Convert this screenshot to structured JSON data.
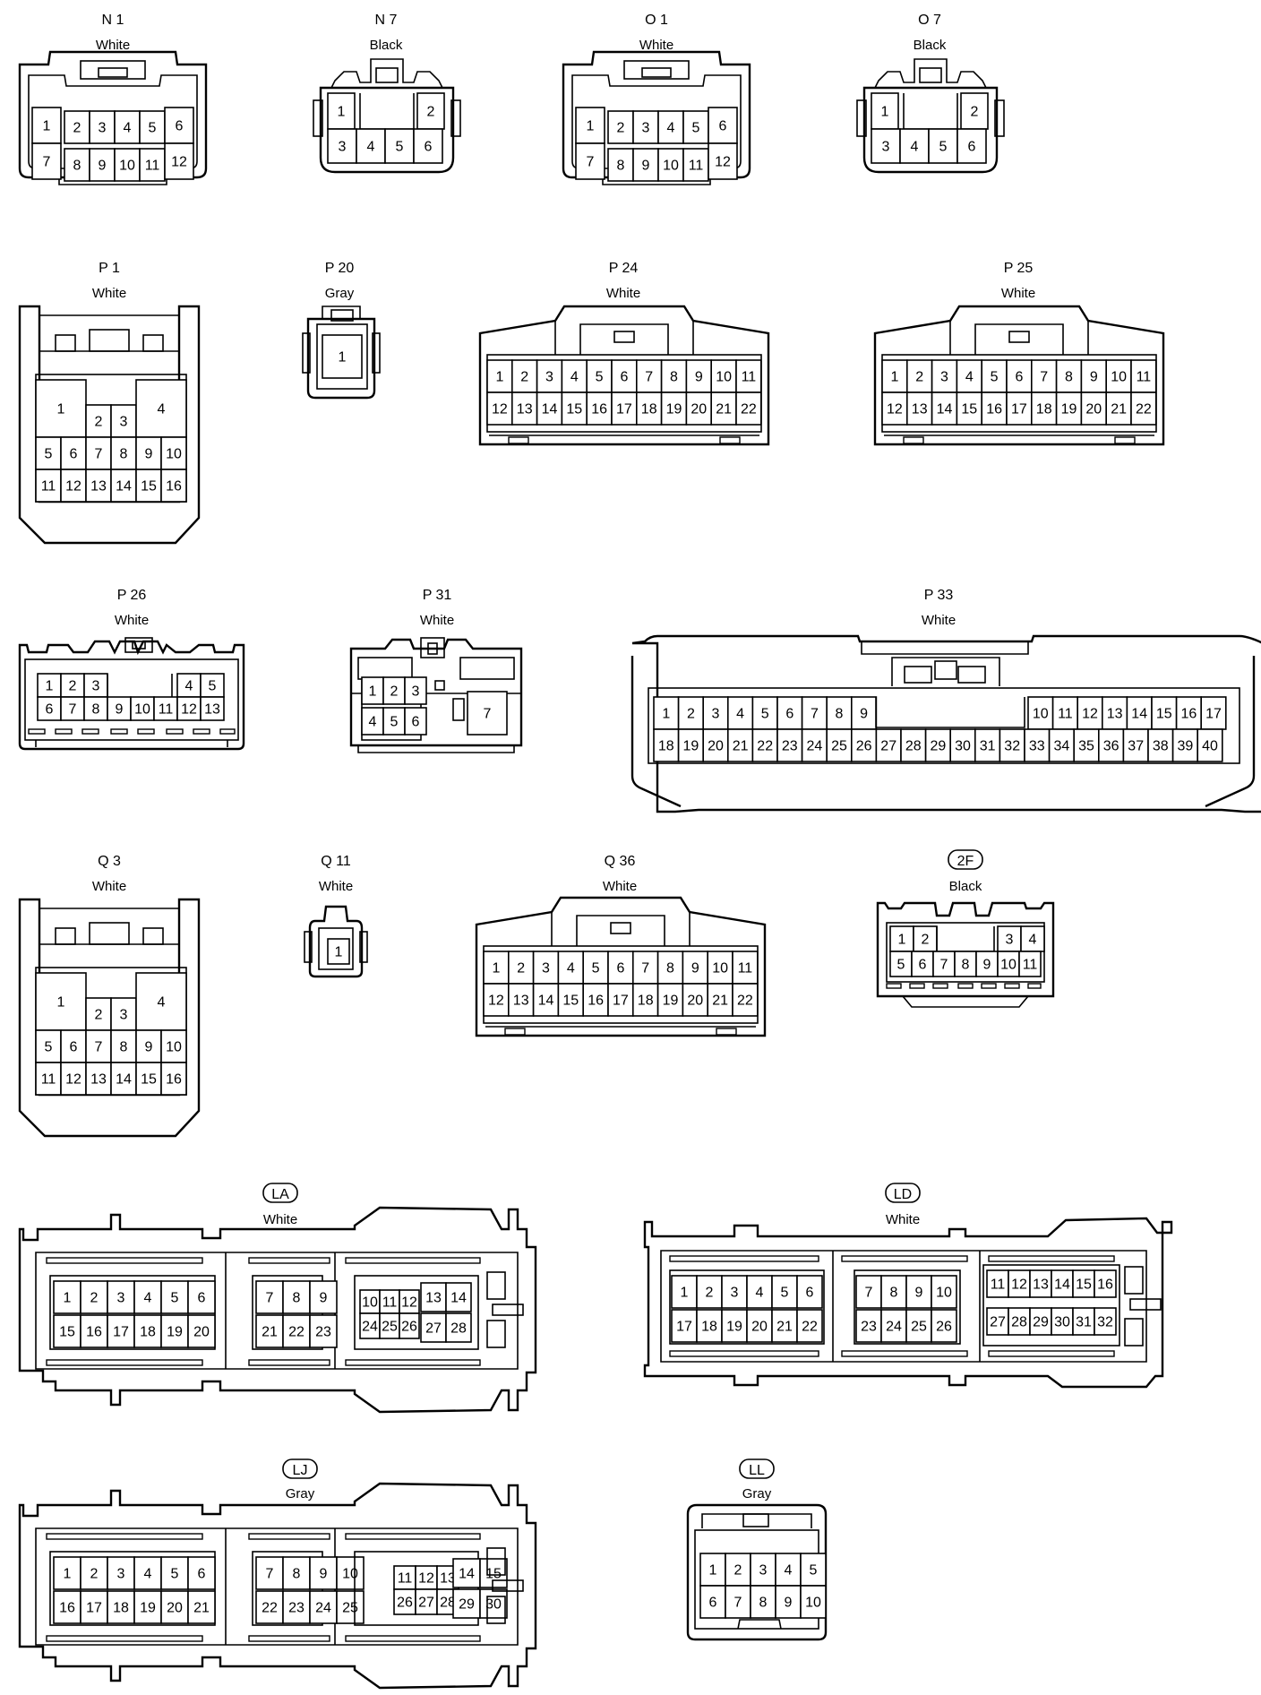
{
  "connectors": [
    {
      "key": "n1",
      "id": "N 1",
      "color": "White",
      "pins": [
        "1",
        "2",
        "3",
        "4",
        "5",
        "6",
        "7",
        "8",
        "9",
        "10",
        "11",
        "12"
      ]
    },
    {
      "key": "n7",
      "id": "N 7",
      "color": "Black",
      "pins": [
        "1",
        "2",
        "3",
        "4",
        "5",
        "6"
      ]
    },
    {
      "key": "o1",
      "id": "O 1",
      "color": "White",
      "pins": [
        "1",
        "2",
        "3",
        "4",
        "5",
        "6",
        "7",
        "8",
        "9",
        "10",
        "11",
        "12"
      ]
    },
    {
      "key": "o7",
      "id": "O 7",
      "color": "Black",
      "pins": [
        "1",
        "2",
        "3",
        "4",
        "5",
        "6"
      ]
    },
    {
      "key": "p1",
      "id": "P 1",
      "color": "White",
      "pins": [
        "1",
        "2",
        "3",
        "4",
        "5",
        "6",
        "7",
        "8",
        "9",
        "10",
        "11",
        "12",
        "13",
        "14",
        "15",
        "16"
      ]
    },
    {
      "key": "p20",
      "id": "P 20",
      "color": "Gray",
      "pins": [
        "1"
      ]
    },
    {
      "key": "p24",
      "id": "P 24",
      "color": "White",
      "pins": [
        "1",
        "2",
        "3",
        "4",
        "5",
        "6",
        "7",
        "8",
        "9",
        "10",
        "11",
        "12",
        "13",
        "14",
        "15",
        "16",
        "17",
        "18",
        "19",
        "20",
        "21",
        "22"
      ]
    },
    {
      "key": "p25",
      "id": "P 25",
      "color": "White",
      "pins": [
        "1",
        "2",
        "3",
        "4",
        "5",
        "6",
        "7",
        "8",
        "9",
        "10",
        "11",
        "12",
        "13",
        "14",
        "15",
        "16",
        "17",
        "18",
        "19",
        "20",
        "21",
        "22"
      ]
    },
    {
      "key": "p26",
      "id": "P 26",
      "color": "White",
      "pins": [
        "1",
        "2",
        "3",
        "4",
        "5",
        "6",
        "7",
        "8",
        "9",
        "10",
        "11",
        "12",
        "13"
      ]
    },
    {
      "key": "p31",
      "id": "P 31",
      "color": "White",
      "pins": [
        "1",
        "2",
        "3",
        "4",
        "5",
        "6",
        "7"
      ]
    },
    {
      "key": "p33",
      "id": "P 33",
      "color": "White",
      "pins": [
        "1",
        "2",
        "3",
        "4",
        "5",
        "6",
        "7",
        "8",
        "9",
        "10",
        "11",
        "12",
        "13",
        "14",
        "15",
        "16",
        "17",
        "18",
        "19",
        "20",
        "21",
        "22",
        "23",
        "24",
        "25",
        "26",
        "27",
        "28",
        "29",
        "30",
        "31",
        "32",
        "33",
        "34",
        "35",
        "36",
        "37",
        "38",
        "39",
        "40"
      ]
    },
    {
      "key": "q3",
      "id": "Q 3",
      "color": "White",
      "pins": [
        "1",
        "2",
        "3",
        "4",
        "5",
        "6",
        "7",
        "8",
        "9",
        "10",
        "11",
        "12",
        "13",
        "14",
        "15",
        "16"
      ]
    },
    {
      "key": "q11",
      "id": "Q 11",
      "color": "White",
      "pins": [
        "1"
      ]
    },
    {
      "key": "q36",
      "id": "Q 36",
      "color": "White",
      "pins": [
        "1",
        "2",
        "3",
        "4",
        "5",
        "6",
        "7",
        "8",
        "9",
        "10",
        "11",
        "12",
        "13",
        "14",
        "15",
        "16",
        "17",
        "18",
        "19",
        "20",
        "21",
        "22"
      ]
    },
    {
      "key": "2f",
      "id": "2F",
      "color": "Black",
      "pins": [
        "1",
        "2",
        "3",
        "4",
        "5",
        "6",
        "7",
        "8",
        "9",
        "10",
        "11"
      ]
    },
    {
      "key": "la",
      "id": "LA",
      "color": "White",
      "pins": [
        "1",
        "2",
        "3",
        "4",
        "5",
        "6",
        "7",
        "8",
        "9",
        "10",
        "11",
        "12",
        "13",
        "14",
        "15",
        "16",
        "17",
        "18",
        "19",
        "20",
        "21",
        "22",
        "23",
        "24",
        "25",
        "26",
        "27",
        "28"
      ]
    },
    {
      "key": "ld",
      "id": "LD",
      "color": "White",
      "pins": [
        "1",
        "2",
        "3",
        "4",
        "5",
        "6",
        "7",
        "8",
        "9",
        "10",
        "11",
        "12",
        "13",
        "14",
        "15",
        "16",
        "17",
        "18",
        "19",
        "20",
        "21",
        "22",
        "23",
        "24",
        "25",
        "26",
        "27",
        "28",
        "29",
        "30",
        "31",
        "32"
      ]
    },
    {
      "key": "lj",
      "id": "LJ",
      "color": "Gray",
      "pins": [
        "1",
        "2",
        "3",
        "4",
        "5",
        "6",
        "7",
        "8",
        "9",
        "10",
        "11",
        "12",
        "13",
        "14",
        "15",
        "16",
        "17",
        "18",
        "19",
        "20",
        "21",
        "22",
        "23",
        "24",
        "25",
        "26",
        "27",
        "28",
        "29",
        "30"
      ]
    },
    {
      "key": "ll",
      "id": "LL",
      "color": "Gray",
      "pins": [
        "1",
        "2",
        "3",
        "4",
        "5",
        "6",
        "7",
        "8",
        "9",
        "10"
      ]
    }
  ],
  "colors": {
    "line": "#000000",
    "background": "#ffffff"
  }
}
